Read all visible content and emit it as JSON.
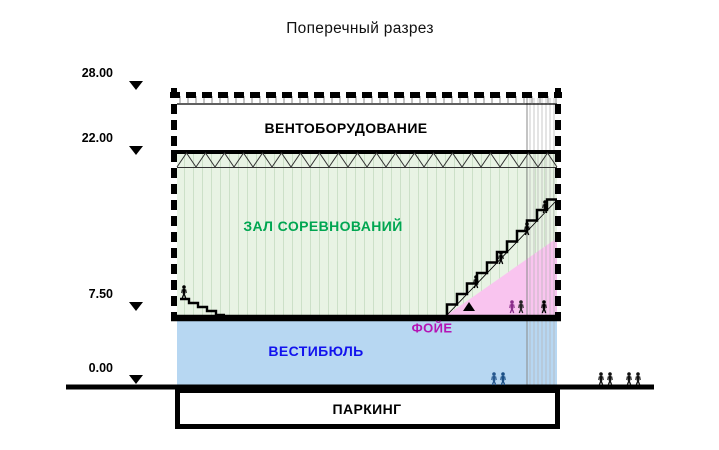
{
  "title": "Поперечный разрез",
  "elevations": [
    {
      "label": "28.00"
    },
    {
      "label": "22.00"
    },
    {
      "label": "7.50"
    },
    {
      "label": "0.00"
    }
  ],
  "zones": {
    "vent": {
      "label": "ВЕНТОБОРУДОВАНИЕ",
      "text_color": "#000000",
      "fill": "#ffffff"
    },
    "hall": {
      "label": "ЗАЛ СОРЕВНОВАНИЙ",
      "text_color": "#00a651",
      "fill": "#e8f3e4"
    },
    "foyer": {
      "label": "ФОЙЕ",
      "text_color": "#b414b4",
      "fill": "#f9c4ef"
    },
    "vestibule": {
      "label": "ВЕСТИБЮЛЬ",
      "text_color": "#1212ee",
      "fill": "#b7d7f2"
    },
    "parking": {
      "label": "ПАРКИНГ",
      "text_color": "#000000",
      "fill": "#ffffff"
    }
  }
}
